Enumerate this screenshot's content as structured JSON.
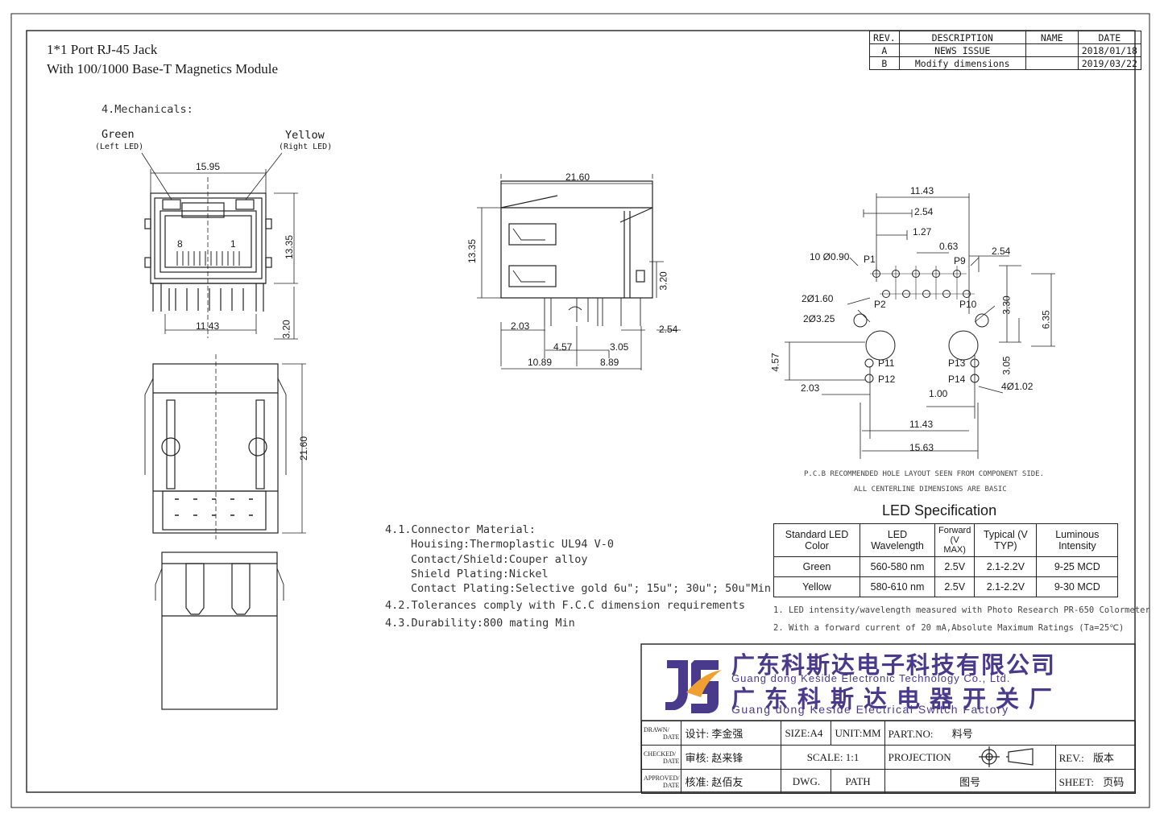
{
  "title": {
    "line1": "1*1 Port RJ-45  Jack",
    "line2": "With 100/1000 Base-T Magnetics Module"
  },
  "revisions": {
    "headers": [
      "REV.",
      "DESCRIPTION",
      "NAME",
      "DATE"
    ],
    "rows": [
      {
        "rev": "A",
        "desc": "NEWS ISSUE",
        "name": "",
        "date": "2018/01/18"
      },
      {
        "rev": "B",
        "desc": "Modify dimensions",
        "name": "",
        "date": "2019/03/22"
      }
    ]
  },
  "mechanicals": {
    "heading": "4.Mechanicals:",
    "green_label": "Green",
    "green_sub": "(Left LED)",
    "yellow_label": "Yellow",
    "yellow_sub": "(Right LED)",
    "pin8": "8",
    "pin1": "1"
  },
  "dims": {
    "front_width": "15.95",
    "front_height": "13.35",
    "front_pin_span": "11.43",
    "front_pin_len": "3.20",
    "top_length": "21.60",
    "side_length": "21.60",
    "side_height": "13.35",
    "side_pin_len": "3.20",
    "side_2_03": "2.03",
    "side_4_57": "4.57",
    "side_3_05": "3.05",
    "side_2_54": "2.54",
    "side_10_89": "10.89",
    "side_8_89": "8.89",
    "pcb_11_43_top": "11.43",
    "pcb_2_54": "2.54",
    "pcb_1_27": "1.27",
    "pcb_0_63": "0.63",
    "pcb_2_54_right": "2.54",
    "pcb_10_hole": "10 Ø0.90",
    "pcb_2_hole_160": "2Ø1.60",
    "pcb_2_hole_325": "2Ø3.25",
    "pcb_3_30": "3.30",
    "pcb_6_35": "6.35",
    "pcb_4_57": "4.57",
    "pcb_3_05": "3.05",
    "pcb_2_03": "2.03",
    "pcb_1_00": "1.00",
    "pcb_4_hole": "4Ø1.02",
    "pcb_11_43_bot": "11.43",
    "pcb_15_63": "15.63"
  },
  "pins": {
    "p1": "P1",
    "p2": "P2",
    "p9": "P9",
    "p10": "P10",
    "p11": "P11",
    "p12": "P12",
    "p13": "P13",
    "p14": "P14"
  },
  "pcb_notes": {
    "line1": "P.C.B RECOMMENDED HOLE LAYOUT SEEN FROM COMPONENT SIDE.",
    "line2": "ALL CENTERLINE DIMENSIONS ARE BASIC"
  },
  "specs": {
    "l1": "4.1.Connector Material:",
    "l2": "Houising:Thermoplastic UL94 V-0",
    "l3": "Contact/Shield:Couper alloy",
    "l4": "Shield Plating:Nickel",
    "l5": "Contact Plating:Selective gold 6u\"; 15u\"; 30u\"; 50u\"Min",
    "l6": "4.2.Tolerances comply with F.C.C dimension requirements",
    "l7": "4.3.Durability:800 mating Min"
  },
  "led": {
    "heading": "LED Specification",
    "headers": [
      "Standard LED Color",
      "LED Wavelength",
      "Forward (V MAX)",
      "Typical (V TYP)",
      "Luminous Intensity"
    ],
    "rows": [
      {
        "color": "Green",
        "wave": "560-580 nm",
        "fwd": "2.5V",
        "typ": "2.1-2.2V",
        "lum": "9-25 MCD"
      },
      {
        "color": "Yellow",
        "wave": "580-610 nm",
        "fwd": "2.5V",
        "typ": "2.1-2.2V",
        "lum": "9-30 MCD"
      }
    ],
    "note1": "1. LED intensity/wavelength measured with Photo Research PR-650 Colormeter",
    "note2": "2. With a forward current of 20 mA,Absolute Maximum Ratings (Ta=25℃)"
  },
  "company": {
    "cn1": "广东科斯达电子科技有限公司",
    "en1": "Guang dong Keside  Electronic Technology Co., Ltd.",
    "cn2": "广东科斯达电器开关厂",
    "en2": "Guang dong Keside Electrical Switch Factory",
    "brand_color": "#4a3a8c",
    "accent_color": "#f0a030"
  },
  "titleblock": {
    "drawn": "DRAWN/",
    "date": "DATE",
    "checked": "CHECKED/",
    "approved": "APPROVED/",
    "design": "设计:  李金强",
    "review": "审核:  赵来锋",
    "approve": "核准:  赵佰友",
    "size": "SIZE:A4",
    "unit": "UNIT:MM",
    "part": "PART.NO:",
    "part_cn": "料号",
    "scale": "SCALE: 1:1",
    "projection": "PROJECTION",
    "rev": "REV.:",
    "rev_cn": "版本",
    "dwg": "DWG.",
    "path": "PATH",
    "drawing_cn": "图号",
    "sheet": "SHEET:",
    "sheet_cn": "页码"
  }
}
